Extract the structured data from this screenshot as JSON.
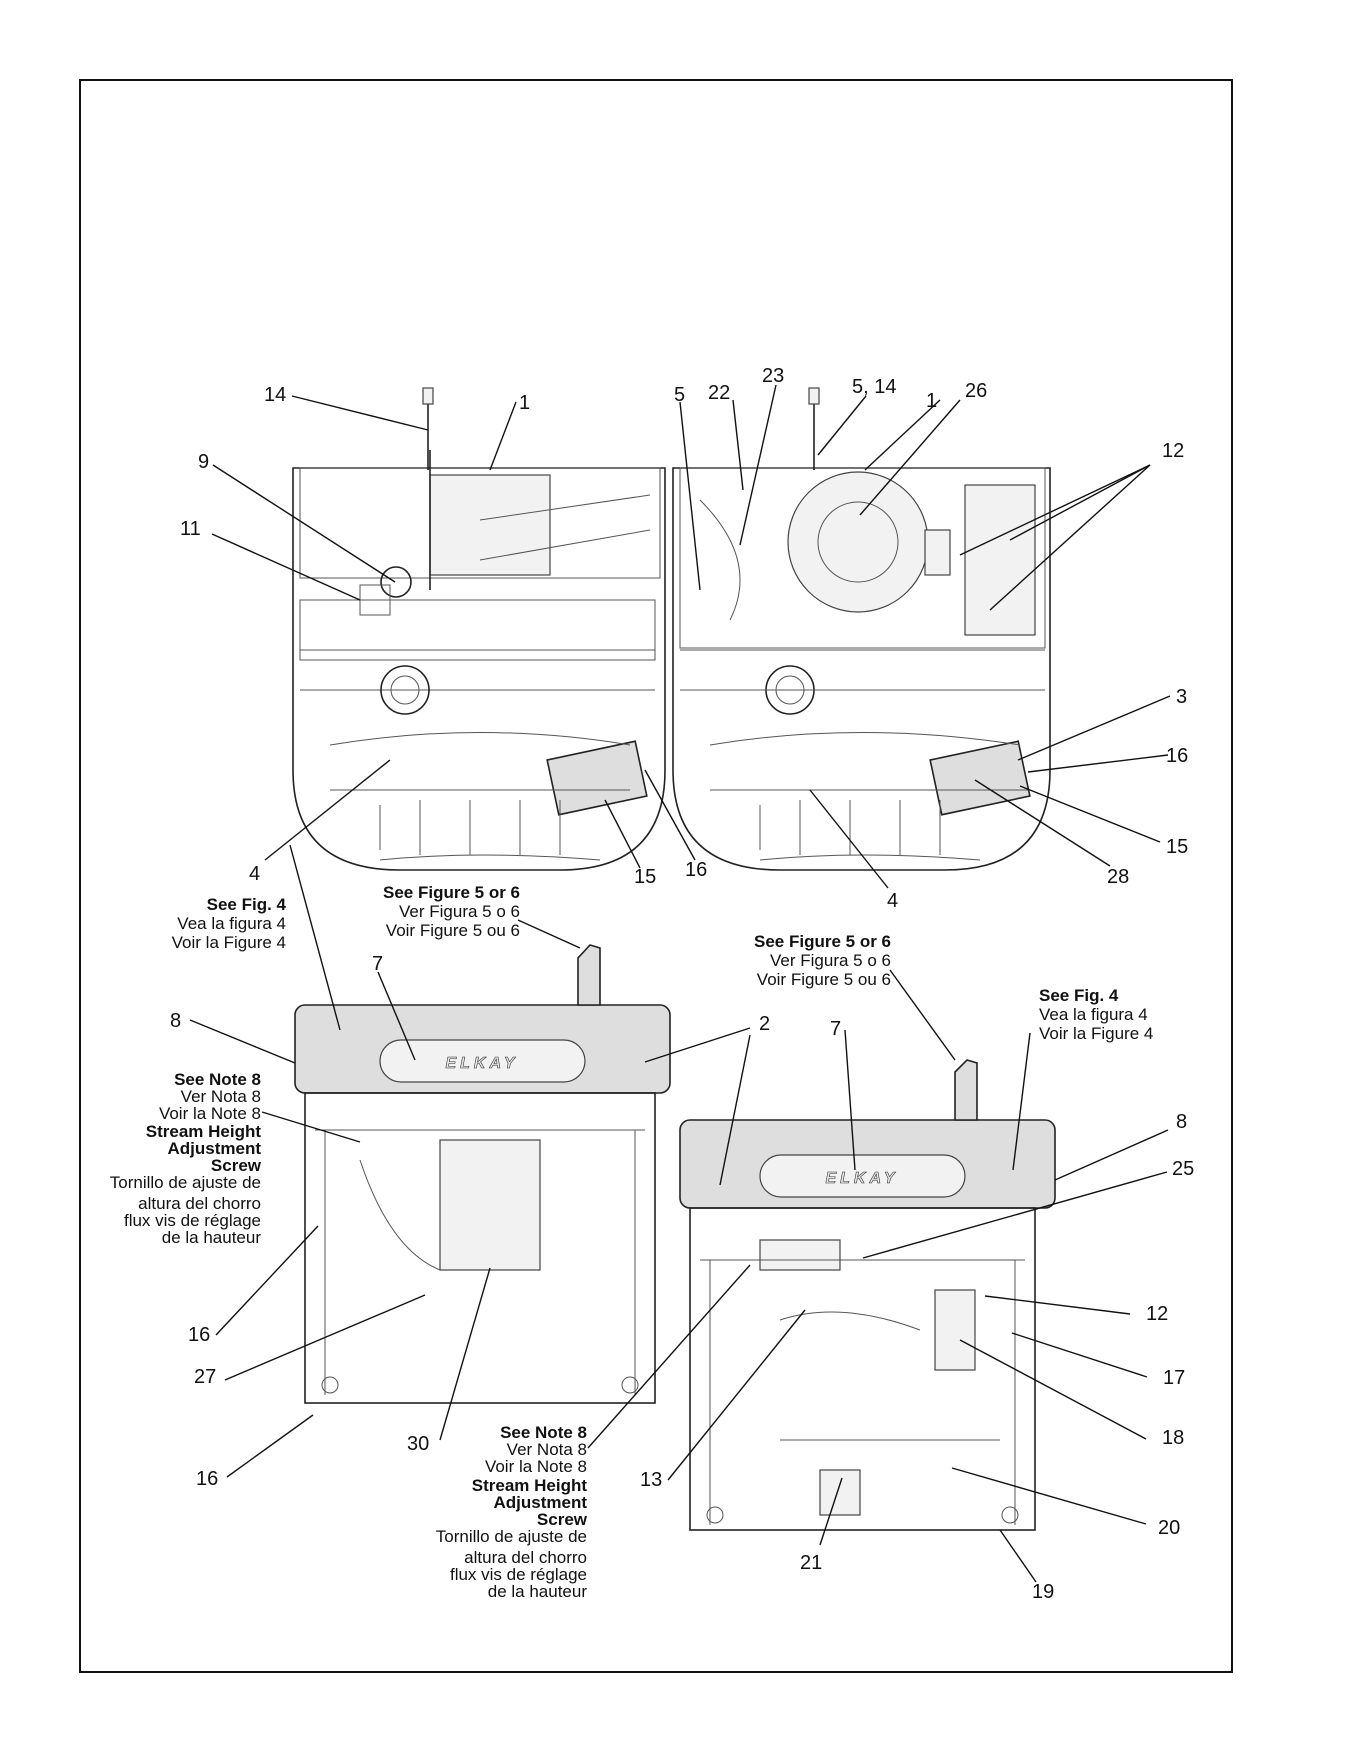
{
  "callouts": {
    "tl_14": "14",
    "tl_1": "1",
    "tl_9": "9",
    "tl_11": "11",
    "tl_4": "4",
    "tl_15": "15",
    "tl_16": "16",
    "tr_5": "5",
    "tr_22": "22",
    "tr_23": "23",
    "tr_5_14": "5, 14",
    "tr_1": "1",
    "tr_26": "26",
    "tr_12": "12",
    "tr_3": "3",
    "tr_16": "16",
    "tr_15": "15",
    "tr_28": "28",
    "tr_4": "4",
    "bl_7": "7",
    "bl_8": "8",
    "bl_16a": "16",
    "bl_27": "27",
    "bl_16b": "16",
    "bl_30": "30",
    "br_2": "2",
    "br_7": "7",
    "br_8": "8",
    "br_25": "25",
    "br_12": "12",
    "br_17": "17",
    "br_18": "18",
    "br_20": "20",
    "br_19": "19",
    "br_21": "21",
    "br_13": "13"
  },
  "notes": {
    "fig4_en": "See Fig. 4",
    "fig4_es": "Vea la figura 4",
    "fig4_fr": "Voir la Figure 4",
    "fig56_en": "See Figure 5 or 6",
    "fig56_es": "Ver Figura 5 o 6",
    "fig56_fr": "Voir Figure 5 ou 6",
    "note8_en": "See Note 8",
    "note8_es": "Ver Nota 8",
    "note8_fr": "Voir la Note 8",
    "stream_1": "Stream Height",
    "stream_2": "Adjustment",
    "stream_3": "Screw",
    "tornillo_1": "Tornillo de ajuste de",
    "tornillo_2": "altura del chorro",
    "flux_1": "flux vis de réglage",
    "flux_2": "de la hauteur"
  },
  "brand": {
    "logo_text": "ELKAY"
  }
}
